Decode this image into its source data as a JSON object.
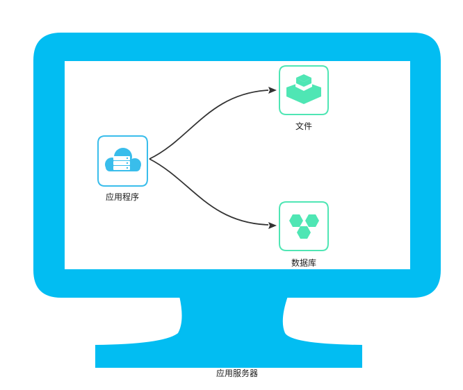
{
  "nodes": {
    "app": {
      "label": "应用程序",
      "icon": "cloud-server-icon"
    },
    "file": {
      "label": "文件",
      "icon": "layers-icon"
    },
    "database": {
      "label": "数据库",
      "icon": "hexagon-cluster-icon"
    },
    "server": {
      "label": "应用服务器",
      "icon": "monitor-icon"
    }
  },
  "edges": [
    {
      "from": "app",
      "to": "file"
    },
    {
      "from": "app",
      "to": "database"
    }
  ],
  "colors": {
    "monitor": "#02BDF2",
    "app_icon": "#39BDEB",
    "storage_icon": "#4FE6B4",
    "arrow": "#333333"
  }
}
